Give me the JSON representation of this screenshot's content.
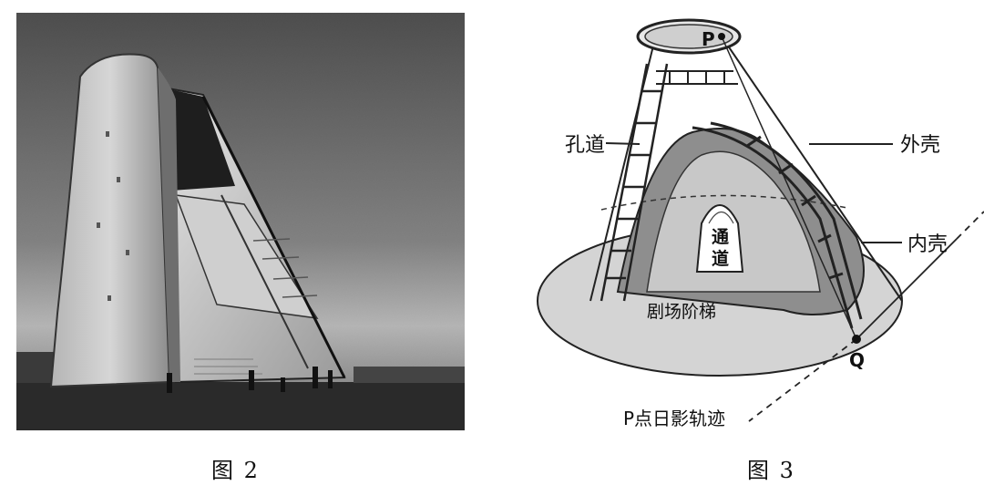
{
  "figure2": {
    "caption": "图 2"
  },
  "figure3": {
    "caption": "图 3",
    "labels": {
      "point_p": "P",
      "point_q": "Q",
      "kong_dao": "孔道",
      "wai_ke": "外壳",
      "nei_ke": "内壳",
      "tong_dao_1": "通",
      "tong_dao_2": "道",
      "ju_chang_jie_ti": "剧场阶梯",
      "shadow_trace": "P点日影轨迹"
    }
  }
}
